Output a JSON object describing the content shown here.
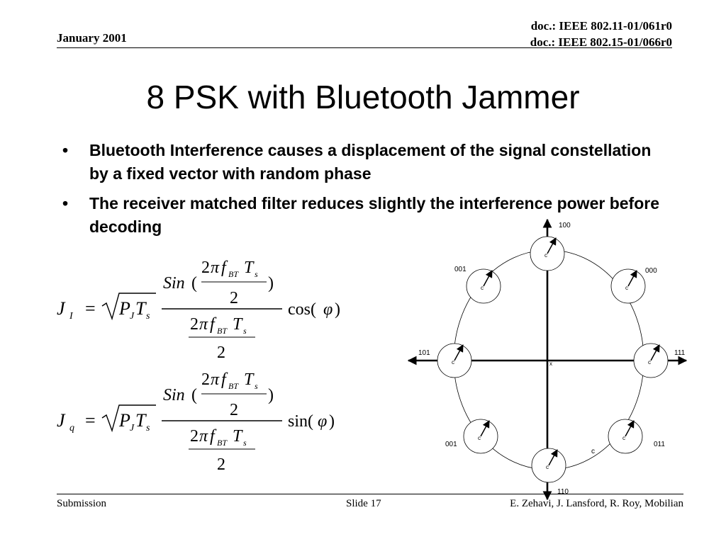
{
  "header": {
    "date": "January 2001",
    "doc_lines": [
      "doc.: IEEE 802.11-01/061r0",
      "doc.: IEEE 802.15-01/066r0"
    ]
  },
  "title": "8 PSK with Bluetooth Jammer",
  "bullets": [
    "Bluetooth Interference causes a displacement of the signal constellation by a fixed vector with random phase",
    "The receiver matched filter reduces slightly the interference power before decoding"
  ],
  "bullet_glyph": "•",
  "equations": {
    "eq1": {
      "lhs": "J",
      "lhs_sub": "I",
      "trig": "cos(",
      "trig_var": "φ",
      "close": ")"
    },
    "eq2": {
      "lhs": "J",
      "lhs_sub": "q",
      "trig": "sin(",
      "trig_var": "φ",
      "close": ")"
    },
    "common": {
      "equals": "=",
      "P": "P",
      "P_sub": "J",
      "T": "T",
      "T_sub": "s",
      "sin": "Sin",
      "lparen": "(",
      "rparen": ")",
      "two": "2",
      "pi": "π",
      "f": "f",
      "f_sub": "BT"
    }
  },
  "diagram": {
    "labels": {
      "top": "100",
      "upper_left": "001",
      "upper_right": "000",
      "left": "101",
      "right": "111",
      "lower_left": "001",
      "lower_right": "011",
      "bottom": "110"
    },
    "point_glyph": "c",
    "origin_glyph": "x",
    "extra_point_label": "c"
  },
  "footer": {
    "left": "Submission",
    "center": "Slide 17",
    "right": "E. Zehavi, J. Lansford, R. Roy, Mobilian"
  }
}
